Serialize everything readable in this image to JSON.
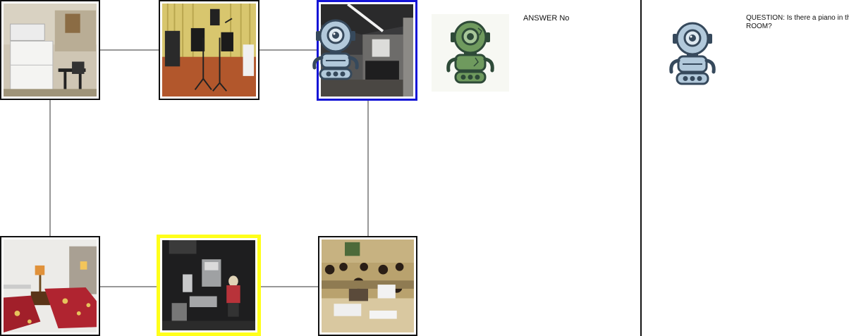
{
  "map": {
    "rooms": [
      {
        "id": "kitchen",
        "label": "kitchen-photo",
        "state": "default"
      },
      {
        "id": "music-studio",
        "label": "music-studio-photo",
        "state": "default"
      },
      {
        "id": "meeting-room",
        "label": "meeting-room-photo",
        "state": "current"
      },
      {
        "id": "bedroom",
        "label": "bedroom-photo",
        "state": "default"
      },
      {
        "id": "editing-room",
        "label": "editing-room-photo",
        "state": "target"
      },
      {
        "id": "sewing-classroom",
        "label": "sewing-classroom-photo",
        "state": "default"
      }
    ],
    "colors": {
      "current_border": "#1414d6",
      "target_border": "#ffff1a",
      "edge": "#777777"
    }
  },
  "answer": {
    "text": "ANSWER No"
  },
  "question": {
    "line1": "QUESTION: Is there a piano in th",
    "line2": "ROOM?"
  },
  "icons": {
    "map_robot": "robot-icon",
    "answer_robot": "green-robot-icon",
    "question_robot": "robot-icon"
  }
}
